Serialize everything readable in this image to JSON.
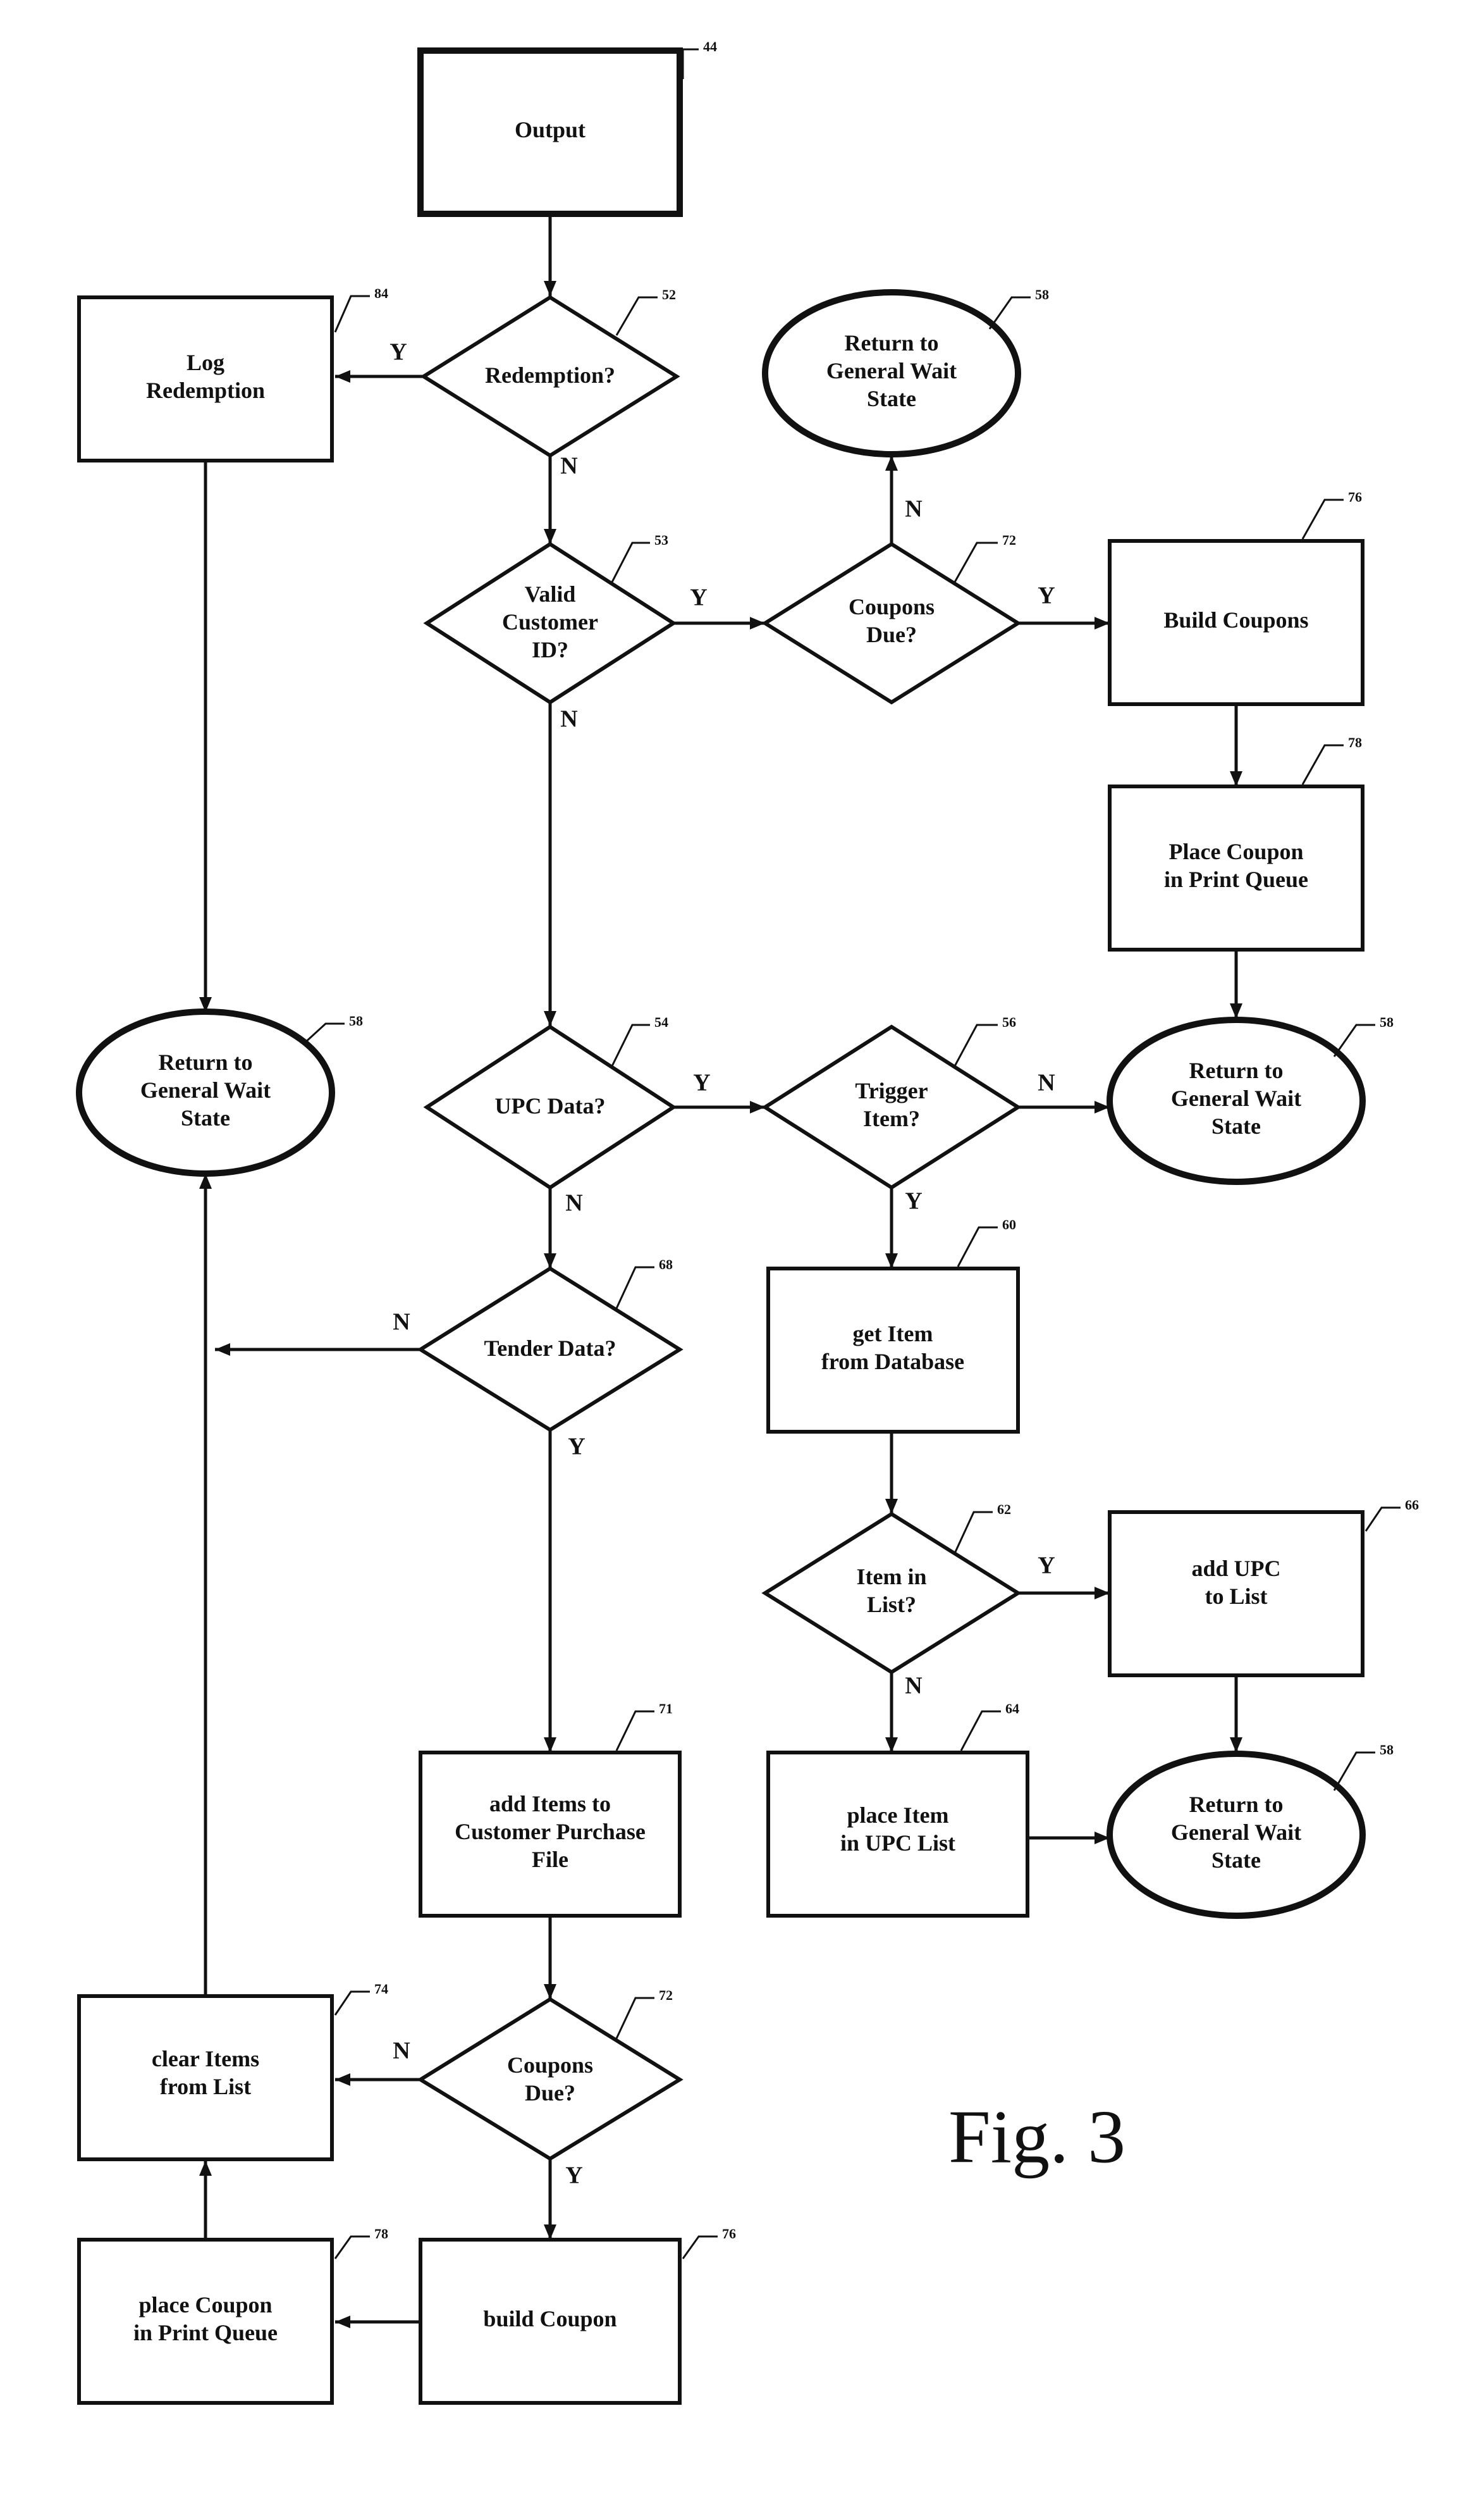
{
  "figure_label": "Fig. 3",
  "nodes": {
    "output": {
      "label": [
        "Output"
      ],
      "ref": "44"
    },
    "redemption": {
      "label": [
        "Redemption?"
      ],
      "ref": "52"
    },
    "log_redemption": {
      "label": [
        "Log",
        "Redemption"
      ],
      "ref": "84"
    },
    "return_top": {
      "label": [
        "Return to",
        "General Wait",
        "State"
      ],
      "ref": "58"
    },
    "valid_customer_id": {
      "label": [
        "Valid",
        "Customer",
        "ID?"
      ],
      "ref": "53"
    },
    "coupons_due_top": {
      "label": [
        "Coupons",
        "Due?"
      ],
      "ref": "72"
    },
    "build_coupons": {
      "label": [
        "Build Coupons"
      ],
      "ref": "76"
    },
    "place_coupon_top": {
      "label": [
        "Place Coupon",
        "in Print Queue"
      ],
      "ref": "78"
    },
    "return_left": {
      "label": [
        "Return to",
        "General Wait",
        "State"
      ],
      "ref": "58"
    },
    "upc_data": {
      "label": [
        "UPC Data?"
      ],
      "ref": "54"
    },
    "trigger_item": {
      "label": [
        "Trigger",
        "Item?"
      ],
      "ref": "56"
    },
    "return_mid": {
      "label": [
        "Return to",
        "General Wait",
        "State"
      ],
      "ref": "58"
    },
    "tender_data": {
      "label": [
        "Tender Data?"
      ],
      "ref": "68"
    },
    "get_item": {
      "label": [
        "get Item",
        "from Database"
      ],
      "ref": "60"
    },
    "item_in_list": {
      "label": [
        "Item in",
        "List?"
      ],
      "ref": "62"
    },
    "add_upc": {
      "label": [
        "add UPC",
        "to List"
      ],
      "ref": "66"
    },
    "place_item": {
      "label": [
        "place Item",
        "in UPC List"
      ],
      "ref": "64"
    },
    "return_bottom": {
      "label": [
        "Return to",
        "General Wait",
        "State"
      ],
      "ref": "58"
    },
    "add_items": {
      "label": [
        "add Items to",
        "Customer Purchase",
        "File"
      ],
      "ref": "71"
    },
    "coupons_due_bottom": {
      "label": [
        "Coupons",
        "Due?"
      ],
      "ref": "72"
    },
    "clear_items": {
      "label": [
        "clear Items",
        "from List"
      ],
      "ref": "74"
    },
    "build_coupon": {
      "label": [
        "build Coupon"
      ],
      "ref": "76"
    },
    "place_coupon_bottom": {
      "label": [
        "place Coupon",
        "in Print Queue"
      ],
      "ref": "78"
    }
  },
  "edge_labels": {
    "redemption_yes": "Y",
    "redemption_no": "N",
    "valid_yes": "Y",
    "valid_no": "N",
    "coupons_top_no": "N",
    "coupons_top_yes": "Y",
    "upc_yes": "Y",
    "upc_no": "N",
    "trigger_no": "N",
    "trigger_yes": "Y",
    "tender_no": "N",
    "tender_yes": "Y",
    "item_in_list_yes": "Y",
    "item_in_list_no": "N",
    "coupons_bottom_no": "N",
    "coupons_bottom_yes": "Y"
  }
}
